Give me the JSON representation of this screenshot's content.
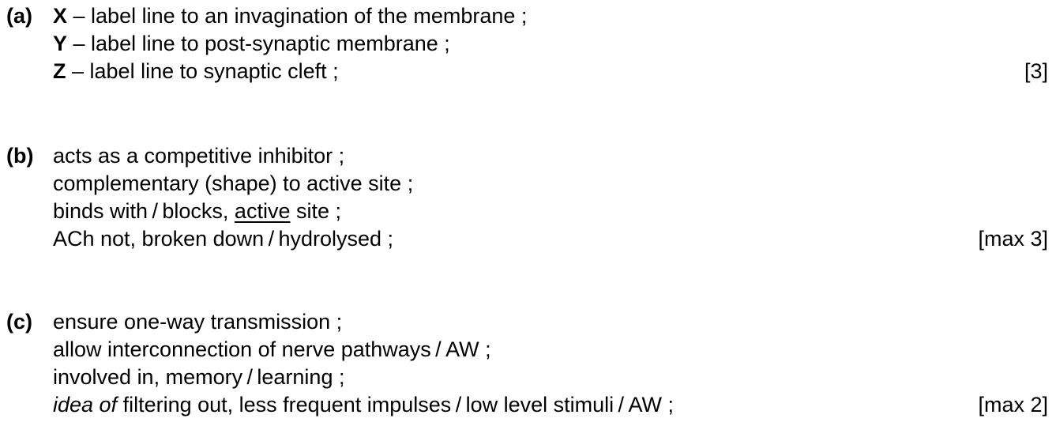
{
  "sections": [
    {
      "label": "(a)",
      "lines": [
        {
          "key": "X",
          "text": " – label line to an invagination of the membrane ;"
        },
        {
          "key": "Y",
          "text": " – label line to post-synaptic membrane ;"
        },
        {
          "key": "Z",
          "text": " – label line to synaptic cleft ;"
        }
      ],
      "mark": "[3]"
    },
    {
      "label": "(b)",
      "lines": [
        {
          "text": "acts as a competitive inhibitor ;"
        },
        {
          "text": "complementary (shape) to active site ;"
        },
        {
          "pre": "binds with / blocks, ",
          "underlined": "active",
          "post": " site ;"
        },
        {
          "text": "ACh not, broken down / hydrolysed ;"
        }
      ],
      "mark": "[max 3]"
    },
    {
      "label": "(c)",
      "lines": [
        {
          "text": "ensure one-way transmission ;"
        },
        {
          "text": "allow interconnection of nerve pathways / AW ;"
        },
        {
          "text": "involved in, memory / learning ;"
        },
        {
          "italic": "idea of",
          "text": " filtering out, less frequent impulses / low level stimuli / AW ;"
        }
      ],
      "mark": "[max 2]"
    }
  ]
}
